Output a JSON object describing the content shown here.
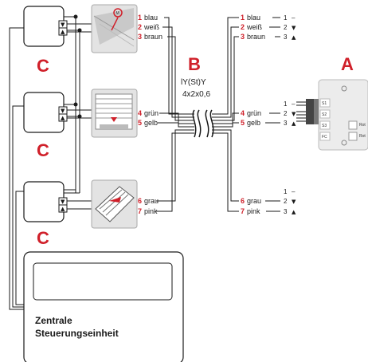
{
  "labels": {
    "c": "C",
    "b": "B",
    "a": "A"
  },
  "cable": {
    "type": "lY(St)Y",
    "spec": "4x2x0,6"
  },
  "control_unit": {
    "line1": "Zentrale",
    "line2": "Steuerungseinheit"
  },
  "left_wires": [
    {
      "num": "1",
      "name": "blau"
    },
    {
      "num": "2",
      "name": "weiß"
    },
    {
      "num": "3",
      "name": "braun"
    },
    {
      "num": "4",
      "name": "grün"
    },
    {
      "num": "5",
      "name": "gelb"
    },
    {
      "num": "6",
      "name": "grau"
    },
    {
      "num": "7",
      "name": "pink"
    }
  ],
  "right_wires": [
    {
      "num": "1",
      "name": "blau",
      "pin": "1",
      "sym": "–"
    },
    {
      "num": "2",
      "name": "weiß",
      "pin": "2",
      "sym": "▼"
    },
    {
      "num": "3",
      "name": "braun",
      "pin": "3",
      "sym": "▲"
    },
    {
      "num": "4",
      "name": "grün",
      "pin": "2",
      "sym": "▼"
    },
    {
      "num": "5",
      "name": "gelb",
      "pin": "3",
      "sym": "▲"
    },
    {
      "num": "6",
      "name": "grau",
      "pin": "2",
      "sym": "▼"
    },
    {
      "num": "7",
      "name": "pink",
      "pin": "3",
      "sym": "▲"
    }
  ],
  "extra_pins": [
    {
      "pin": "1",
      "sym": "–"
    },
    {
      "pin": "1",
      "sym": "–"
    }
  ],
  "switch_symbols": {
    "up": "▲",
    "down": "▼"
  },
  "device_a": {
    "terminals": [
      "S1",
      "S2",
      "S3",
      "FC"
    ],
    "button": "Rot"
  }
}
